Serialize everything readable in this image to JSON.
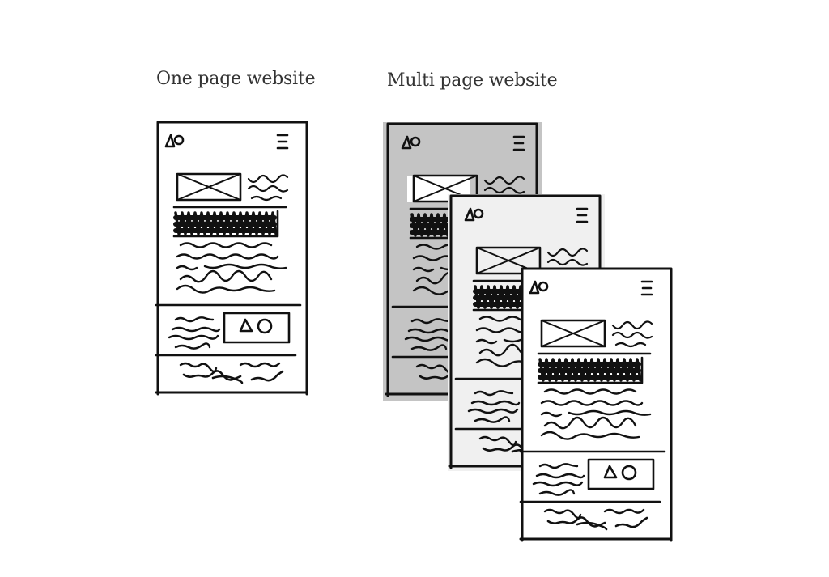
{
  "captions": {
    "one_page": "One page website",
    "multi_page": "Multi page website"
  },
  "colors": {
    "ink": "#111111",
    "caption": "#333333",
    "page_back": "#c4c4c4",
    "page_middle": "#f0f0f0",
    "page_front": "#ffffff",
    "background": "#ffffff"
  },
  "diagram": {
    "one_page_website": {
      "frames": 1,
      "sections": [
        "header (logo + hamburger menu)",
        "hero (image placeholder + text)",
        "headline bar",
        "body text",
        "feature (text + shapes box)",
        "footer text"
      ]
    },
    "multi_page_website": {
      "frames": 3,
      "stack_order": [
        "back (gray)",
        "middle (light gray)",
        "front (white)"
      ],
      "sections": [
        "header (logo + hamburger menu)",
        "hero (image placeholder + text)",
        "headline bar",
        "body text",
        "feature (text + shapes box)",
        "footer text"
      ]
    },
    "icons": [
      "logo-triangle-circle-icon",
      "hamburger-menu-icon",
      "image-placeholder-icon",
      "triangle-circle-shapes-icon"
    ]
  }
}
